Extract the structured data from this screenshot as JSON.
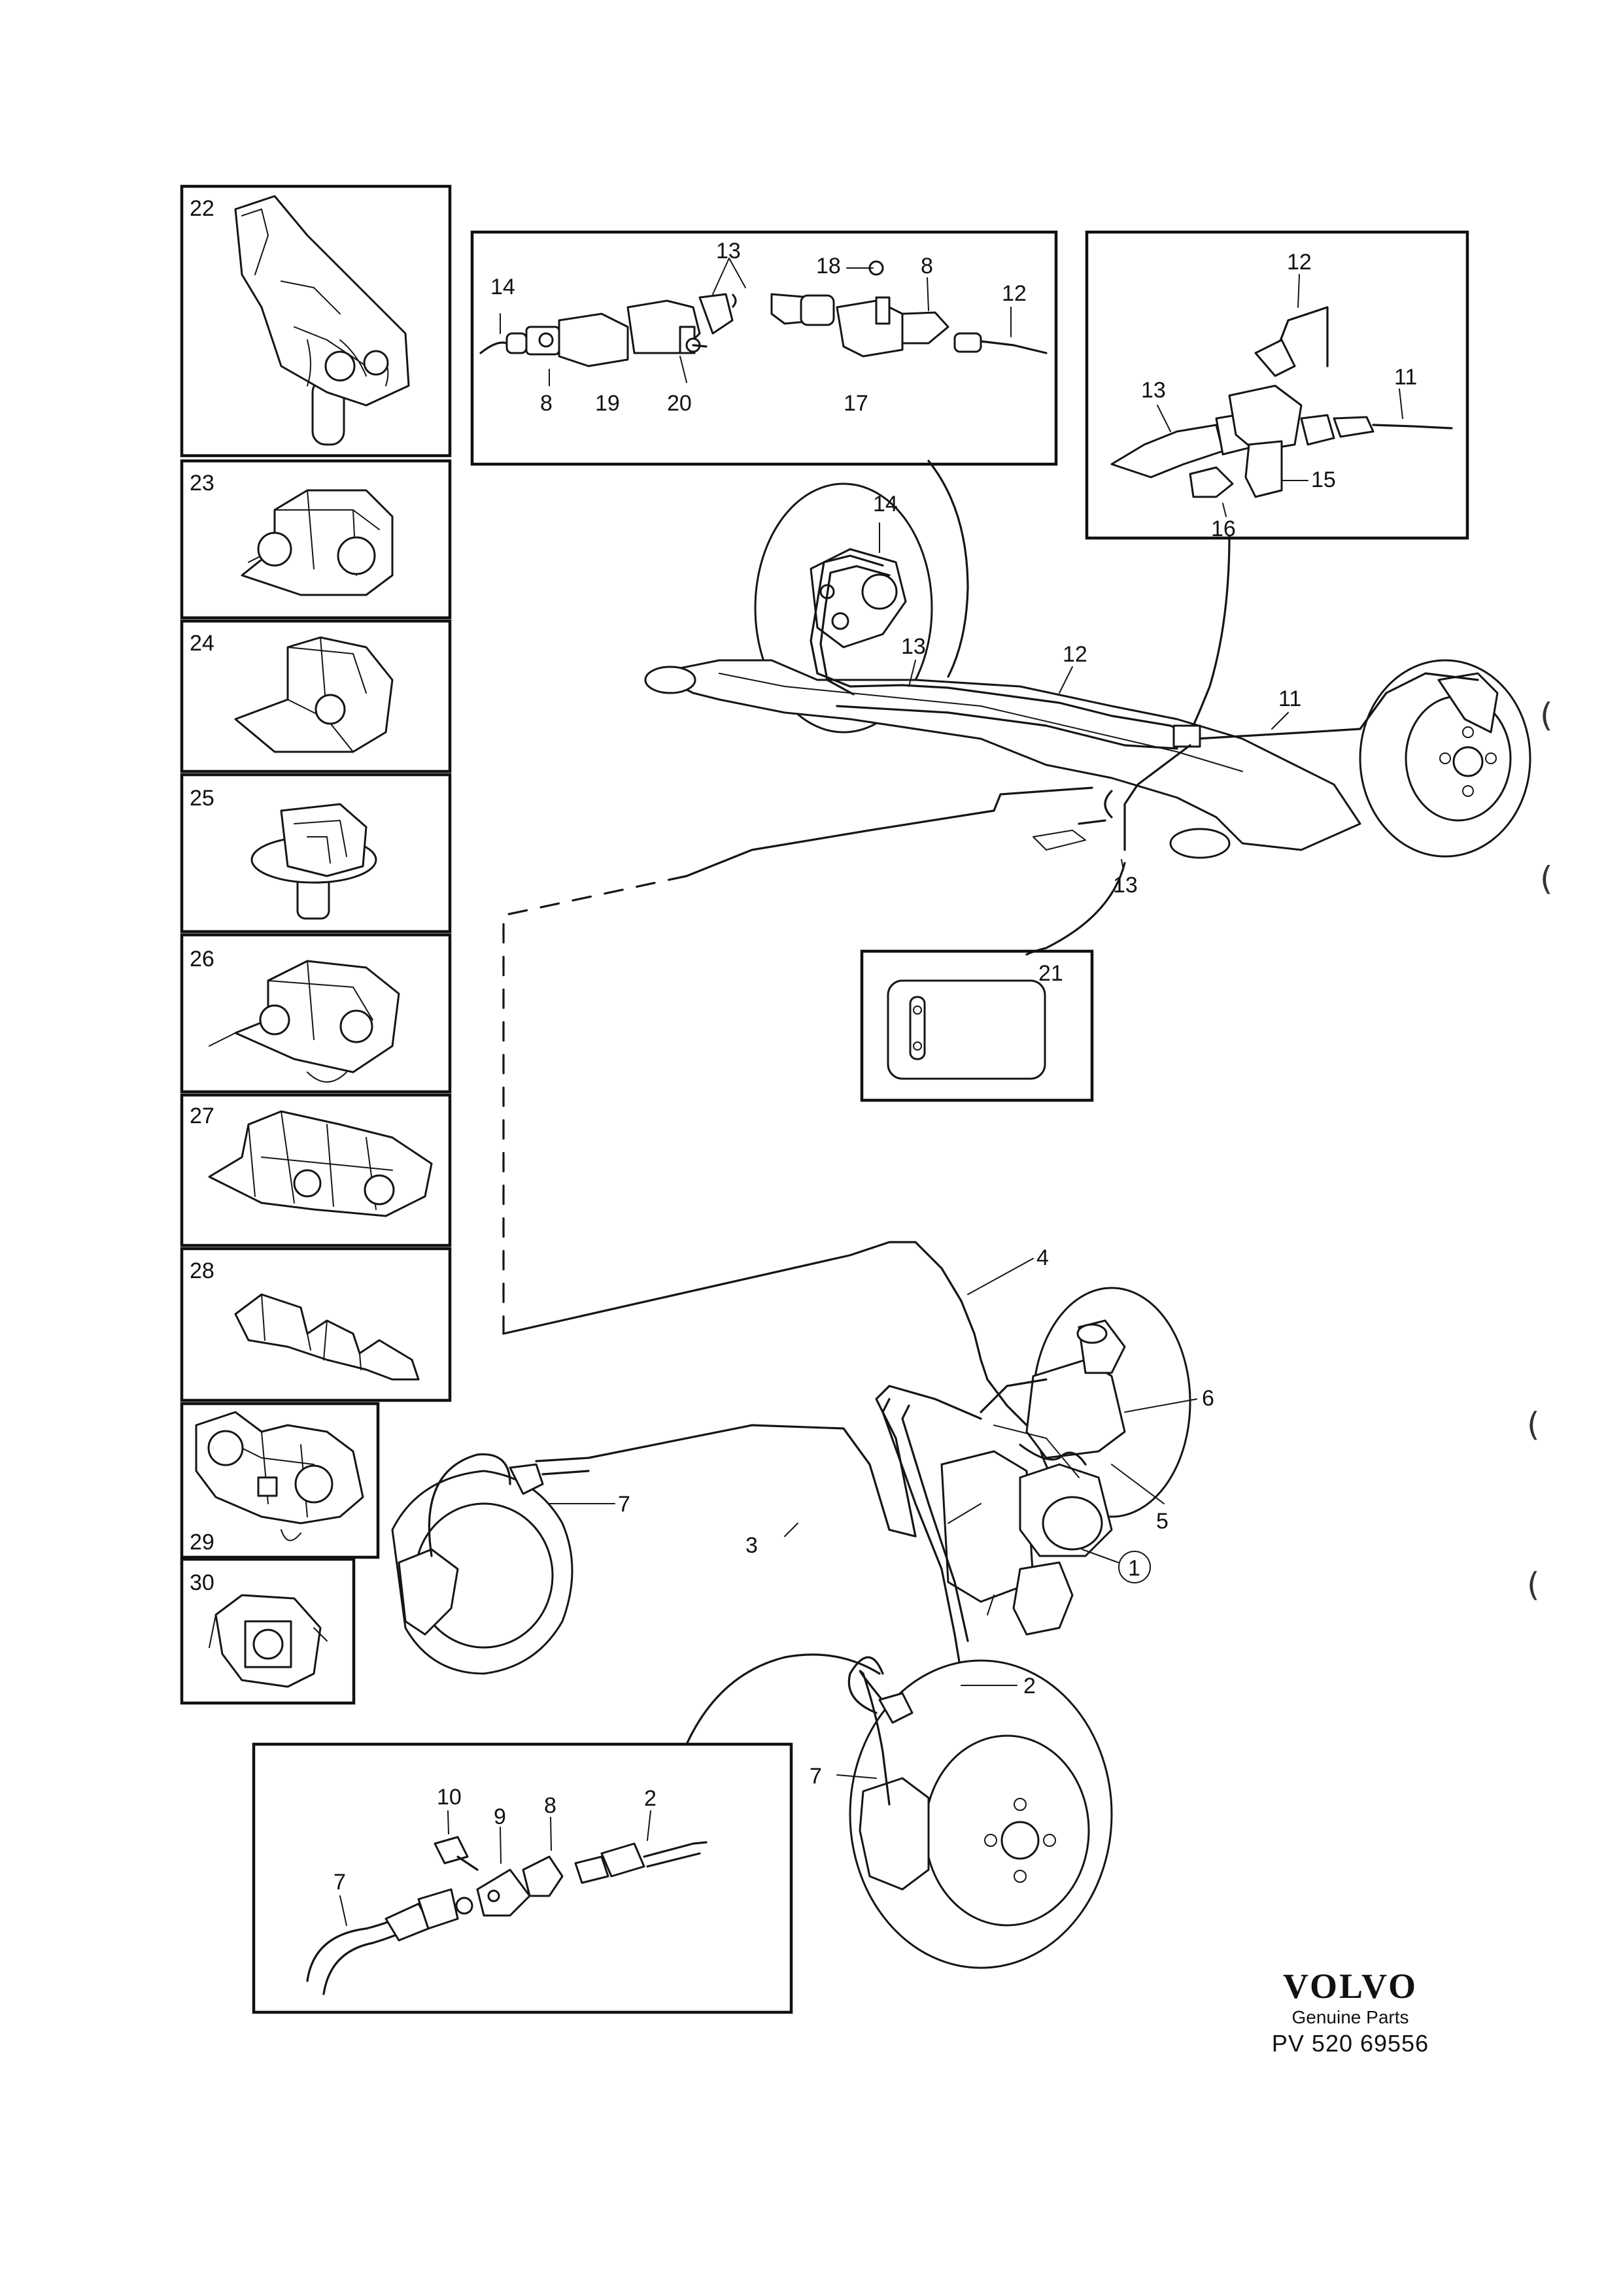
{
  "diagram": {
    "callouts": {
      "n1": "1",
      "n2": "2",
      "n3": "3",
      "n4": "4",
      "n5": "5",
      "n6": "6",
      "n7": "7",
      "n8": "8",
      "n9": "9",
      "n10": "10",
      "n11": "11",
      "n12": "12",
      "n13": "13",
      "n14": "14",
      "n15": "15",
      "n16": "16",
      "n17": "17",
      "n18": "18",
      "n19": "19",
      "n20": "20",
      "n21": "21",
      "n22": "22",
      "n23": "23",
      "n24": "24",
      "n25": "25",
      "n26": "26",
      "n27": "27",
      "n28": "28",
      "n29": "29",
      "n30": "30"
    }
  },
  "brand": {
    "logo": "VOLVO",
    "subtitle": "Genuine Parts",
    "part_number": "PV 520 69556"
  },
  "margin_marks": [
    "(",
    "(",
    "(",
    "("
  ],
  "colors": {
    "ink": "#151515",
    "paper": "#ffffff"
  }
}
